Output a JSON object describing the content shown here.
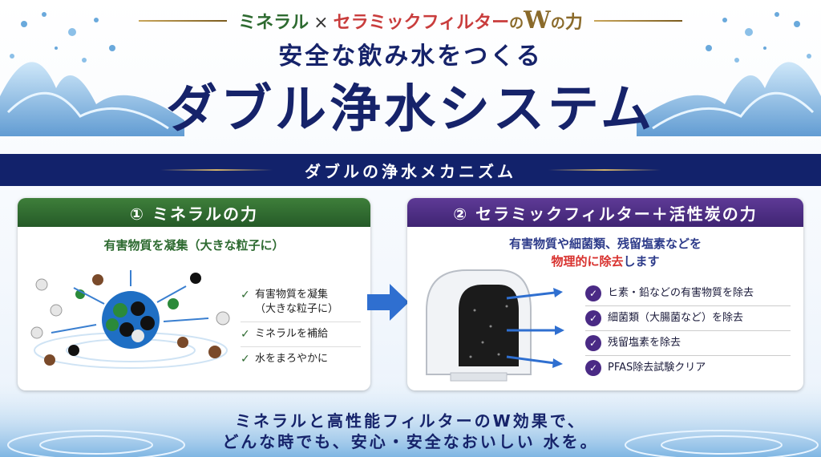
{
  "header": {
    "subtitle_mineral": "ミネラル",
    "subtitle_x": "×",
    "subtitle_ceramic": "セラミックフィルター",
    "subtitle_no1": "の",
    "subtitle_w": "W",
    "subtitle_no2": "の",
    "subtitle_chikara": "力",
    "headline_line1": "安全な飲み水をつくる",
    "headline_line2": "ダブル浄水システム"
  },
  "band": {
    "title": "ダブルの浄水メカニズム"
  },
  "panel_left": {
    "title": "① ミネラルの力",
    "lead": "有害物質を凝集（大きな粒子に）",
    "checks": [
      {
        "line1": "有害物質を凝集",
        "line2": "（大きな粒子に）"
      },
      {
        "line1": "ミネラルを補給",
        "line2": ""
      },
      {
        "line1": "水をまろやかに",
        "line2": ""
      }
    ]
  },
  "panel_right": {
    "title": "② セラミックフィルター＋活性炭の力",
    "lead_line1": "有害物質や細菌類、残留塩素などを",
    "lead_red": "物理的に除去",
    "lead_tail": "します",
    "checks": [
      "ヒ素・鉛などの有害物質を除去",
      "細菌類（大腸菌など）を除去",
      "残留塩素を除去",
      "PFAS除去試験クリア"
    ]
  },
  "footer": {
    "line1": "ミネラルと高性能フィルターのW効果で、",
    "line2": "どんな時でも、安心・安全なおいしい 水を。"
  },
  "colors": {
    "navy": "#16236a",
    "green": "#2d6a30",
    "purple": "#4a2a85",
    "red": "#d8312e",
    "gold": "#8a6a2a"
  },
  "icons": [
    "check-icon",
    "arrow-right-icon",
    "water-splash",
    "mineral-ball-illustration",
    "filter-cartridge-illustration"
  ]
}
